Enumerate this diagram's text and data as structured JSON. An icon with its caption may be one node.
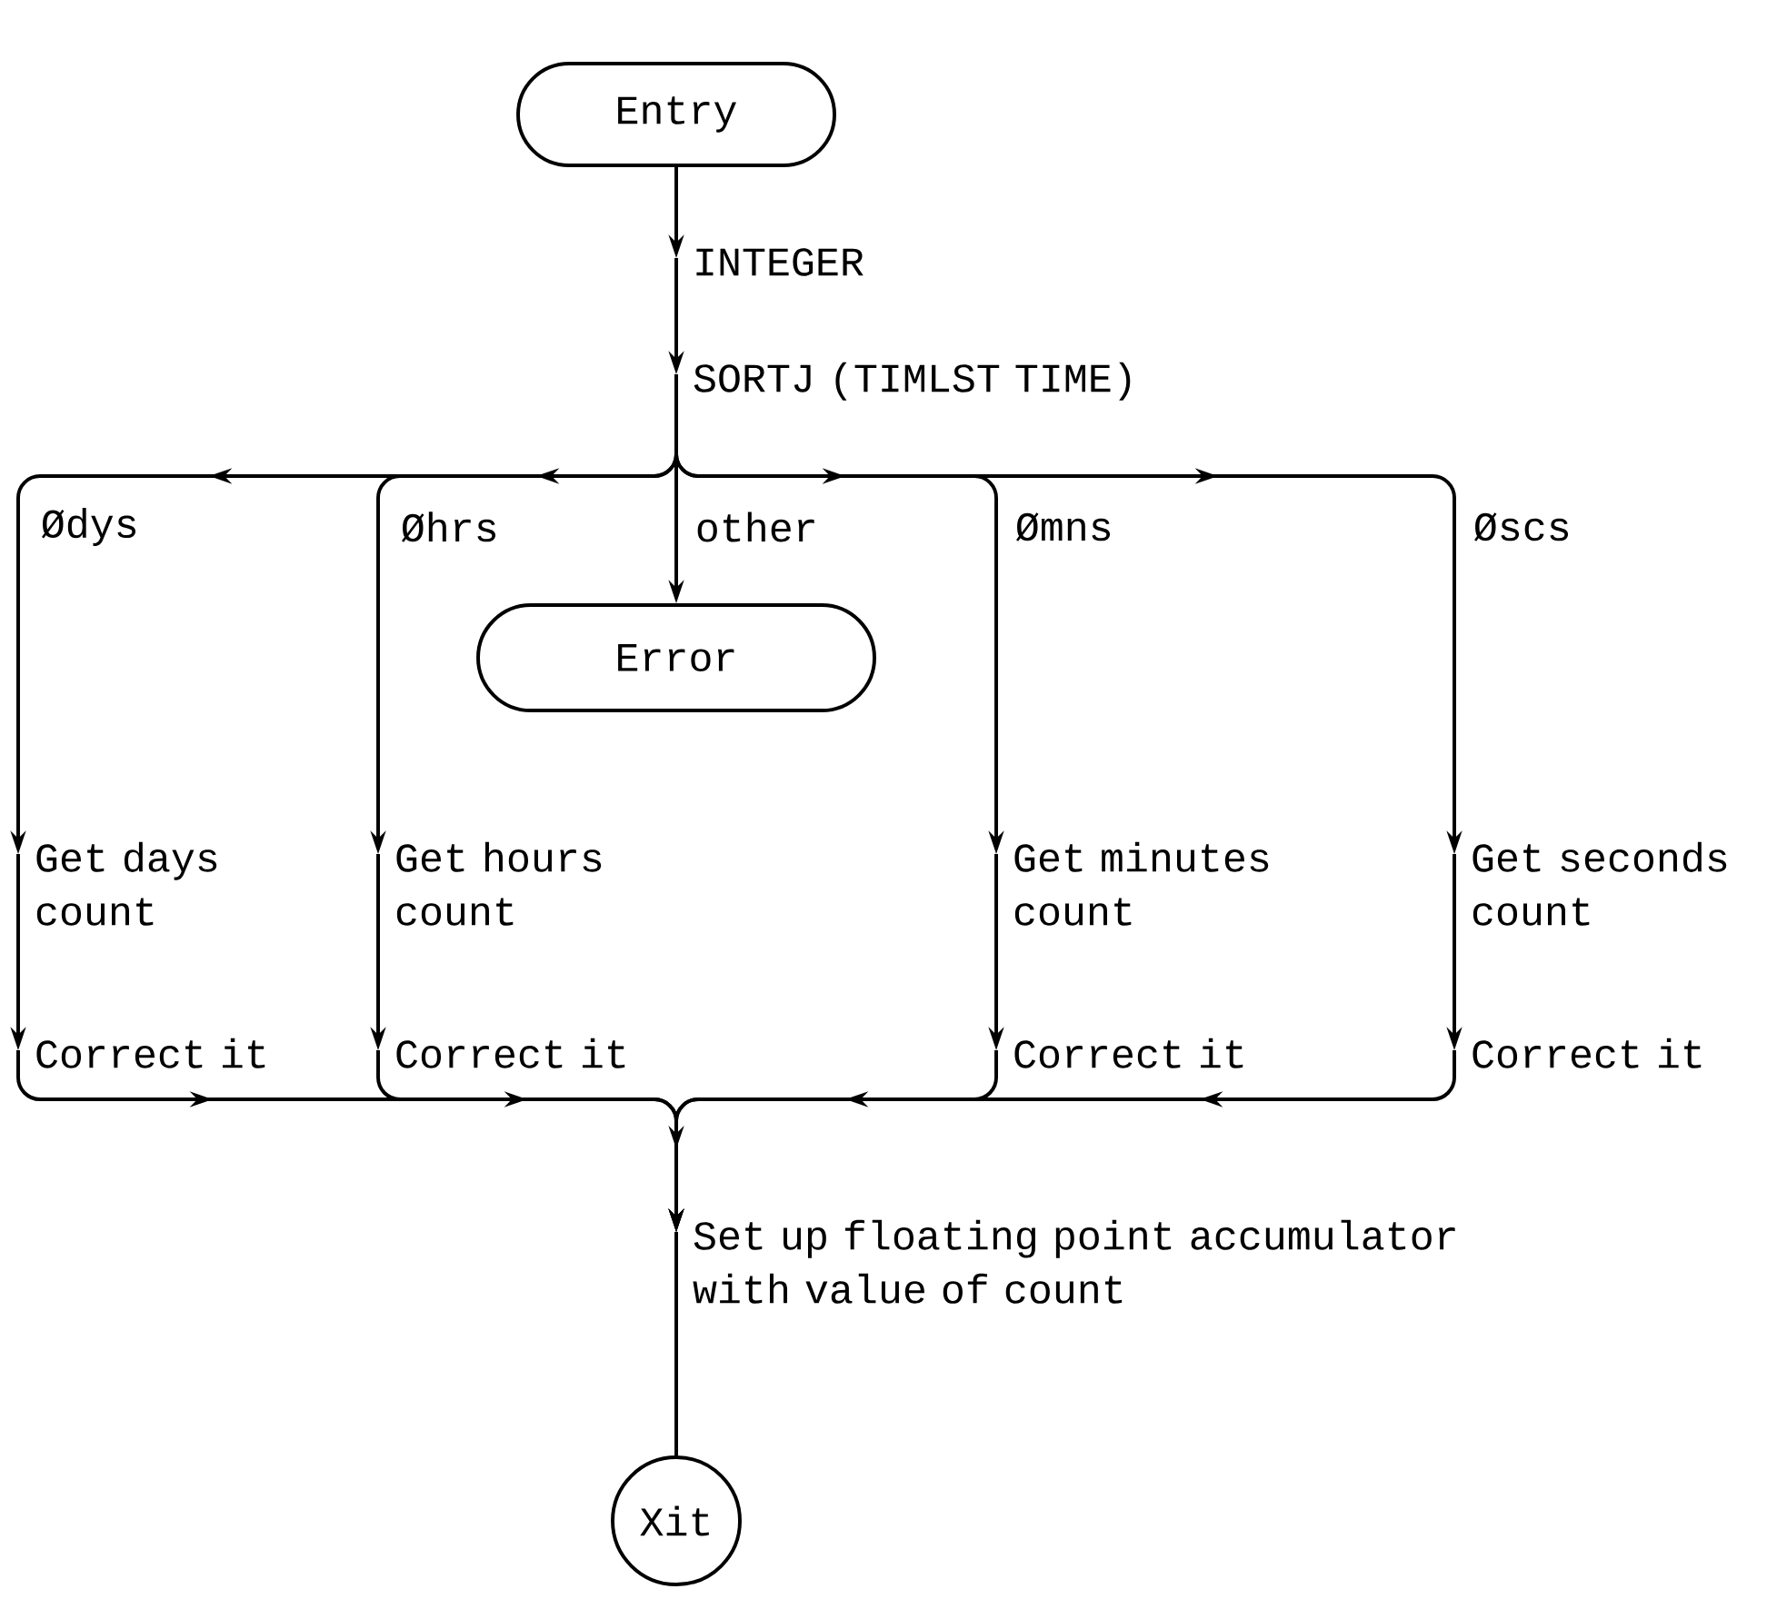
{
  "diagram": {
    "nodes": [
      {
        "text": [
          "Entry"
        ]
      },
      {
        "text": [
          "INTEGER"
        ]
      },
      {
        "text": [
          "SORTJ (TIMLST TIME)"
        ]
      },
      {
        "text": [
          "Error"
        ]
      },
      {
        "text": [
          "Get days count"
        ]
      },
      {
        "text": [
          "Get hours count"
        ]
      },
      {
        "text": [
          "Get minutes count"
        ]
      },
      {
        "text": [
          "Get seconds count"
        ]
      },
      {
        "text": [
          "Correct it"
        ]
      },
      {
        "text": [
          "Correct it"
        ]
      },
      {
        "text": [
          "Correct it"
        ]
      },
      {
        "text": [
          "Correct it"
        ]
      },
      {
        "text": [
          "Set up floating point accumulator with value of count"
        ]
      },
      {
        "text": [
          "Xit"
        ]
      }
    ],
    "edges": [
      {
        "from": 0,
        "to": 1,
        "arrow": "to"
      },
      {
        "from": 1,
        "to": 2,
        "arrow": "to"
      },
      {
        "from": 2,
        "to": 4,
        "arrow": "to",
        "label": "Ødys"
      },
      {
        "from": 2,
        "to": 5,
        "arrow": "to",
        "label": "Øhrs"
      },
      {
        "from": 2,
        "to": 3,
        "arrow": "to",
        "label": "other"
      },
      {
        "from": 2,
        "to": 6,
        "arrow": "to",
        "label": "Ømns"
      },
      {
        "from": 2,
        "to": 7,
        "arrow": "to",
        "label": "Øscs"
      },
      {
        "from": 4,
        "to": 8,
        "arrow": "to"
      },
      {
        "from": 5,
        "to": 9,
        "arrow": "to"
      },
      {
        "from": 6,
        "to": 10,
        "arrow": "to"
      },
      {
        "from": 7,
        "to": 11,
        "arrow": "to"
      },
      {
        "from": 8,
        "to": 12,
        "arrow": "to"
      },
      {
        "from": 9,
        "to": 12,
        "arrow": "to"
      },
      {
        "from": 10,
        "to": 12,
        "arrow": "to"
      },
      {
        "from": 11,
        "to": 12,
        "arrow": "to"
      },
      {
        "from": 12,
        "to": 13,
        "arrow": "none"
      }
    ]
  }
}
